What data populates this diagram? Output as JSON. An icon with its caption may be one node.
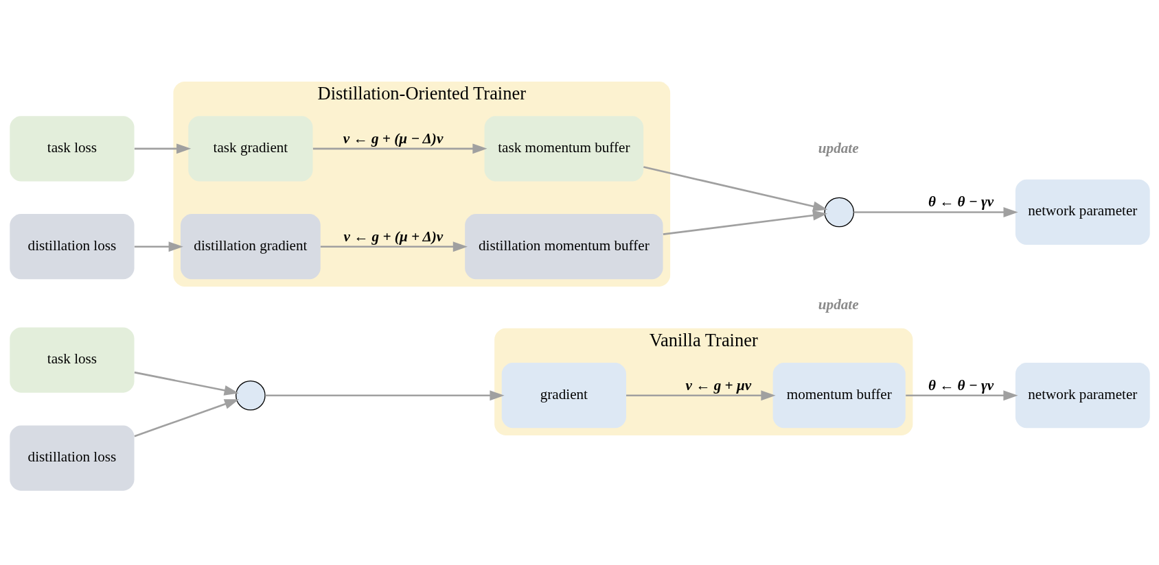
{
  "diagram": {
    "nodes": [
      {
        "text": [
          "task loss"
        ]
      },
      {
        "text": [
          "distillation loss"
        ]
      },
      {
        "text": [],
        "shape": "circle"
      },
      {
        "text": [
          "Vanilla Trainer"
        ]
      },
      {
        "text": [
          "gradient"
        ],
        "in": 3
      },
      {
        "text": [
          "momentum buffer"
        ],
        "in": 3
      },
      {
        "text": [
          "network parameter"
        ]
      },
      {
        "text": [
          "task loss"
        ]
      },
      {
        "text": [
          "distillation loss"
        ]
      },
      {
        "text": [
          "Distillation-Oriented Trainer"
        ]
      },
      {
        "text": [
          "task gradient"
        ],
        "in": 9
      },
      {
        "text": [
          "distillation gradient"
        ],
        "in": 9
      },
      {
        "text": [
          "task momentum buffer"
        ],
        "in": 9
      },
      {
        "text": [
          "distillation momentum buffer"
        ],
        "in": 9
      },
      {
        "text": [],
        "shape": "circle"
      },
      {
        "text": [
          "network parameter"
        ]
      }
    ],
    "edges": [
      {
        "from": 0,
        "to": 2,
        "arrow": "to"
      },
      {
        "from": 1,
        "to": 2,
        "arrow": "to"
      },
      {
        "from": 2,
        "to": 4,
        "arrow": "to"
      },
      {
        "from": 4,
        "to": 5,
        "arrow": "to",
        "label": "ν ← g + μν"
      },
      {
        "from": 5,
        "to": 6,
        "arrow": "to",
        "label": "θ ← θ − γν"
      },
      {
        "from": 7,
        "to": 10,
        "arrow": "to"
      },
      {
        "from": 8,
        "to": 11,
        "arrow": "to"
      },
      {
        "from": 10,
        "to": 12,
        "arrow": "to",
        "label": "ν ← g + (μ − Δ)ν"
      },
      {
        "from": 11,
        "to": 13,
        "arrow": "to",
        "label": "ν ← g + (μ + Δ)ν"
      },
      {
        "from": 12,
        "to": 14,
        "arrow": "to"
      },
      {
        "from": 13,
        "to": 14,
        "arrow": "to"
      },
      {
        "from": 14,
        "to": 15,
        "arrow": "to",
        "label": "θ ← θ − γν"
      }
    ],
    "labels": [
      "update",
      "update"
    ]
  }
}
